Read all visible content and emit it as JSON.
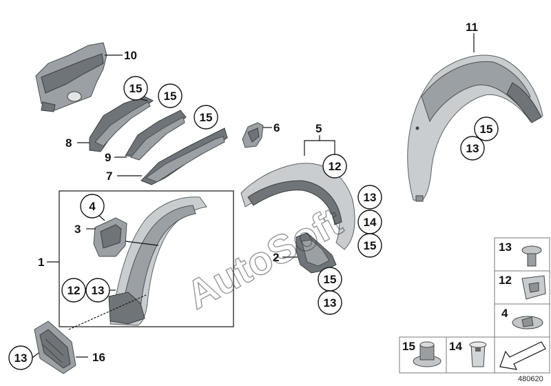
{
  "callouts": {
    "c1": "1",
    "c2": "2",
    "c3": "3",
    "c4": "4",
    "c5": "5",
    "c6": "6",
    "c7": "7",
    "c8": "8",
    "c9": "9",
    "c10": "10",
    "c11": "11",
    "c12a": "12",
    "c12b": "12",
    "c13a": "13",
    "c13b": "13",
    "c13c": "13",
    "c13d": "13",
    "c13e": "13",
    "c14a": "14",
    "c15a": "15",
    "c15b": "15",
    "c15c": "15",
    "c15d": "15",
    "c15e": "15",
    "c16": "16"
  },
  "legend": {
    "k13": "13",
    "k12": "12",
    "k4": "4",
    "k15": "15",
    "k14": "14"
  },
  "watermark": "AutoSoft",
  "reference_number": "480620"
}
